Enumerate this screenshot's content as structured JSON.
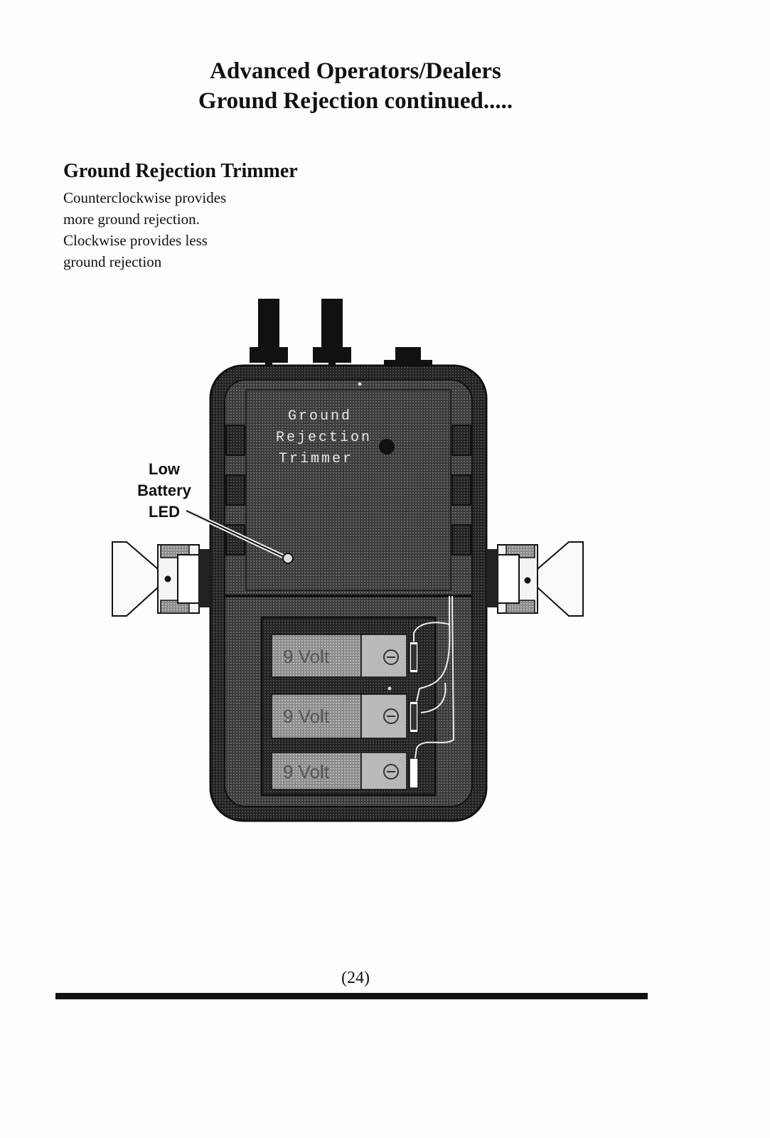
{
  "header": {
    "title_line1": "Advanced Operators/Dealers",
    "title_line2": "Ground Rejection continued....."
  },
  "section": {
    "heading": "Ground Rejection Trimmer",
    "description_lines": [
      "Counterclockwise provides",
      "more ground rejection.",
      "Clockwise provides less",
      "ground rejection"
    ]
  },
  "diagram": {
    "trimmer_label_lines": [
      "Ground",
      "Rejection",
      "Trimmer"
    ],
    "led_label_lines": [
      "Low",
      "Battery",
      "LED"
    ],
    "battery_labels": [
      "9 Volt",
      "9 Volt",
      "9 Volt"
    ]
  },
  "footer": {
    "page_number": "(24)"
  }
}
